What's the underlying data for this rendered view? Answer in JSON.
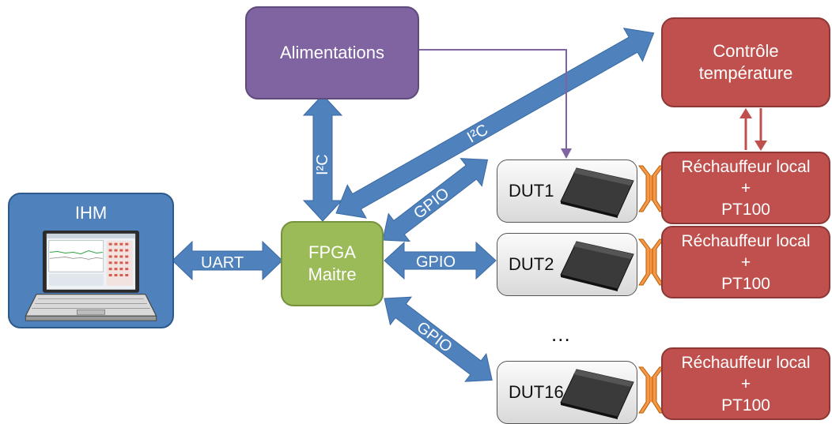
{
  "blocks": {
    "alimentations": "Alimentations",
    "controle_line1": "Contrôle",
    "controle_line2": "température",
    "fpga_line1": "FPGA",
    "fpga_line2": "Maitre",
    "ihm": "IHM"
  },
  "duts": [
    {
      "label": "DUT1",
      "heater": [
        "Réchauffeur local",
        "+",
        "PT100"
      ]
    },
    {
      "label": "DUT2",
      "heater": [
        "Réchauffeur local",
        "+",
        "PT100"
      ]
    },
    {
      "label": "DUT16",
      "heater": [
        "Réchauffeur local",
        "+",
        "PT100"
      ]
    }
  ],
  "ellipsis": "...",
  "links": {
    "uart": "UART",
    "i2c_vertical": "I²C",
    "i2c_diagonal": "I²C",
    "gpio_dut1": "GPIO",
    "gpio_dut2": "GPIO",
    "gpio_dut16": "GPIO"
  },
  "colors": {
    "power": "#8064a2",
    "temperature": "#c0504d",
    "fpga": "#9bbb59",
    "ihm": "#4f81bd",
    "bus_arrow": "#4f81bd",
    "connector": "#f79646"
  }
}
